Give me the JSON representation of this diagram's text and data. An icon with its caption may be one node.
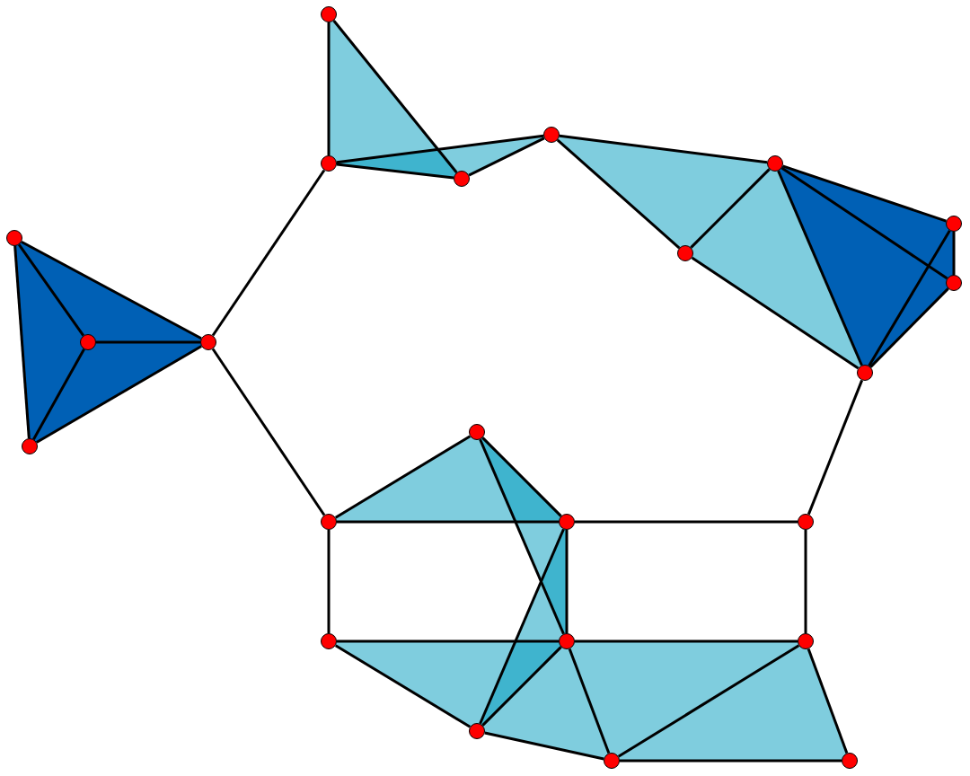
{
  "diagram": {
    "nodes": [
      {
        "text": [],
        "shape": "circle"
      },
      {
        "text": [],
        "shape": "circle"
      },
      {
        "text": [],
        "shape": "circle"
      },
      {
        "text": [],
        "shape": "circle"
      },
      {
        "text": [],
        "shape": "circle"
      },
      {
        "text": [],
        "shape": "circle"
      },
      {
        "text": [],
        "shape": "circle"
      },
      {
        "text": [],
        "shape": "circle"
      },
      {
        "text": [],
        "shape": "circle"
      },
      {
        "text": [],
        "shape": "circle"
      },
      {
        "text": [],
        "shape": "circle"
      },
      {
        "text": [],
        "shape": "circle"
      },
      {
        "text": [],
        "shape": "circle"
      },
      {
        "text": [],
        "shape": "circle"
      },
      {
        "text": [],
        "shape": "circle"
      },
      {
        "text": [],
        "shape": "circle"
      },
      {
        "text": [],
        "shape": "circle"
      },
      {
        "text": [],
        "shape": "circle"
      },
      {
        "text": [],
        "shape": "circle"
      },
      {
        "text": [],
        "shape": "circle"
      },
      {
        "text": [],
        "shape": "circle"
      },
      {
        "text": [],
        "shape": "circle"
      },
      {
        "text": [],
        "shape": "circle"
      }
    ],
    "edges": [
      {
        "from": 0,
        "to": 1,
        "arrow": "none"
      },
      {
        "from": 0,
        "to": 2,
        "arrow": "none"
      },
      {
        "from": 0,
        "to": 3,
        "arrow": "none"
      },
      {
        "from": 1,
        "to": 2,
        "arrow": "none"
      },
      {
        "from": 1,
        "to": 3,
        "arrow": "none"
      },
      {
        "from": 2,
        "to": 3,
        "arrow": "none"
      },
      {
        "from": 3,
        "to": 5,
        "arrow": "none"
      },
      {
        "from": 3,
        "to": 14,
        "arrow": "none"
      },
      {
        "from": 4,
        "to": 5,
        "arrow": "none"
      },
      {
        "from": 4,
        "to": 6,
        "arrow": "none"
      },
      {
        "from": 5,
        "to": 6,
        "arrow": "none"
      },
      {
        "from": 5,
        "to": 7,
        "arrow": "none"
      },
      {
        "from": 6,
        "to": 7,
        "arrow": "none"
      },
      {
        "from": 7,
        "to": 8,
        "arrow": "none"
      },
      {
        "from": 7,
        "to": 9,
        "arrow": "none"
      },
      {
        "from": 8,
        "to": 9,
        "arrow": "none"
      },
      {
        "from": 8,
        "to": 12,
        "arrow": "none"
      },
      {
        "from": 9,
        "to": 12,
        "arrow": "none"
      },
      {
        "from": 8,
        "to": 10,
        "arrow": "none"
      },
      {
        "from": 8,
        "to": 11,
        "arrow": "none"
      },
      {
        "from": 10,
        "to": 11,
        "arrow": "none"
      },
      {
        "from": 10,
        "to": 12,
        "arrow": "none"
      },
      {
        "from": 11,
        "to": 12,
        "arrow": "none"
      },
      {
        "from": 12,
        "to": 16,
        "arrow": "none"
      },
      {
        "from": 13,
        "to": 14,
        "arrow": "none"
      },
      {
        "from": 13,
        "to": 15,
        "arrow": "none"
      },
      {
        "from": 14,
        "to": 15,
        "arrow": "none"
      },
      {
        "from": 13,
        "to": 18,
        "arrow": "none"
      },
      {
        "from": 14,
        "to": 17,
        "arrow": "none"
      },
      {
        "from": 15,
        "to": 16,
        "arrow": "none"
      },
      {
        "from": 15,
        "to": 18,
        "arrow": "none"
      },
      {
        "from": 16,
        "to": 19,
        "arrow": "none"
      },
      {
        "from": 17,
        "to": 18,
        "arrow": "none"
      },
      {
        "from": 18,
        "to": 19,
        "arrow": "none"
      },
      {
        "from": 17,
        "to": 20,
        "arrow": "none"
      },
      {
        "from": 15,
        "to": 20,
        "arrow": "none"
      },
      {
        "from": 18,
        "to": 20,
        "arrow": "none"
      },
      {
        "from": 18,
        "to": 21,
        "arrow": "none"
      },
      {
        "from": 20,
        "to": 21,
        "arrow": "none"
      },
      {
        "from": 19,
        "to": 21,
        "arrow": "none"
      },
      {
        "from": 19,
        "to": 22,
        "arrow": "none"
      },
      {
        "from": 21,
        "to": 22,
        "arrow": "none"
      }
    ]
  }
}
